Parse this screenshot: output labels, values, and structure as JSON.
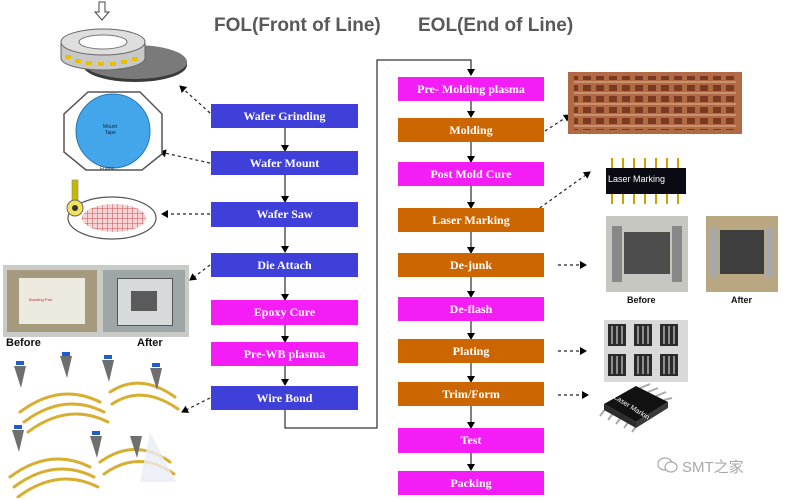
{
  "headers": {
    "fol": "FOL(Front of Line)",
    "eol": "EOL(End of Line)"
  },
  "fol_steps": [
    {
      "label": "Wafer Grinding",
      "color": "#3f3fd9"
    },
    {
      "label": "Wafer Mount",
      "color": "#3f3fd9"
    },
    {
      "label": "Wafer Saw",
      "color": "#3f3fd9"
    },
    {
      "label": "Die Attach",
      "color": "#3f3fd9"
    },
    {
      "label": "Epoxy Cure",
      "color": "#f51df5"
    },
    {
      "label": "Pre-WB plasma",
      "color": "#f51df5"
    },
    {
      "label": "Wire Bond",
      "color": "#3f3fd9"
    }
  ],
  "eol_steps": [
    {
      "label": "Pre- Molding plasma",
      "color": "#f51df5"
    },
    {
      "label": "Molding",
      "color": "#cc6600"
    },
    {
      "label": "Post Mold Cure",
      "color": "#f51df5"
    },
    {
      "label": "Laser Marking",
      "color": "#cc6600"
    },
    {
      "label": "De-junk",
      "color": "#cc6600"
    },
    {
      "label": "De-flash",
      "color": "#f51df5"
    },
    {
      "label": "Plating",
      "color": "#cc6600"
    },
    {
      "label": "Trim/Form",
      "color": "#cc6600"
    },
    {
      "label": "Test",
      "color": "#f51df5"
    },
    {
      "label": "Packing",
      "color": "#f51df5"
    }
  ],
  "illustrations": {
    "mount_tape_text": "Mount\nTape",
    "frame_text": "Frame",
    "bonding_pad_text": "Bonding Pad",
    "before_left": "Before",
    "after_left": "After",
    "laser_marking_chip_text": "Laser Marking",
    "before_right": "Before",
    "after_right": "After",
    "chip_marking_text": "Laser Markin"
  },
  "watermark": "SMT之家"
}
